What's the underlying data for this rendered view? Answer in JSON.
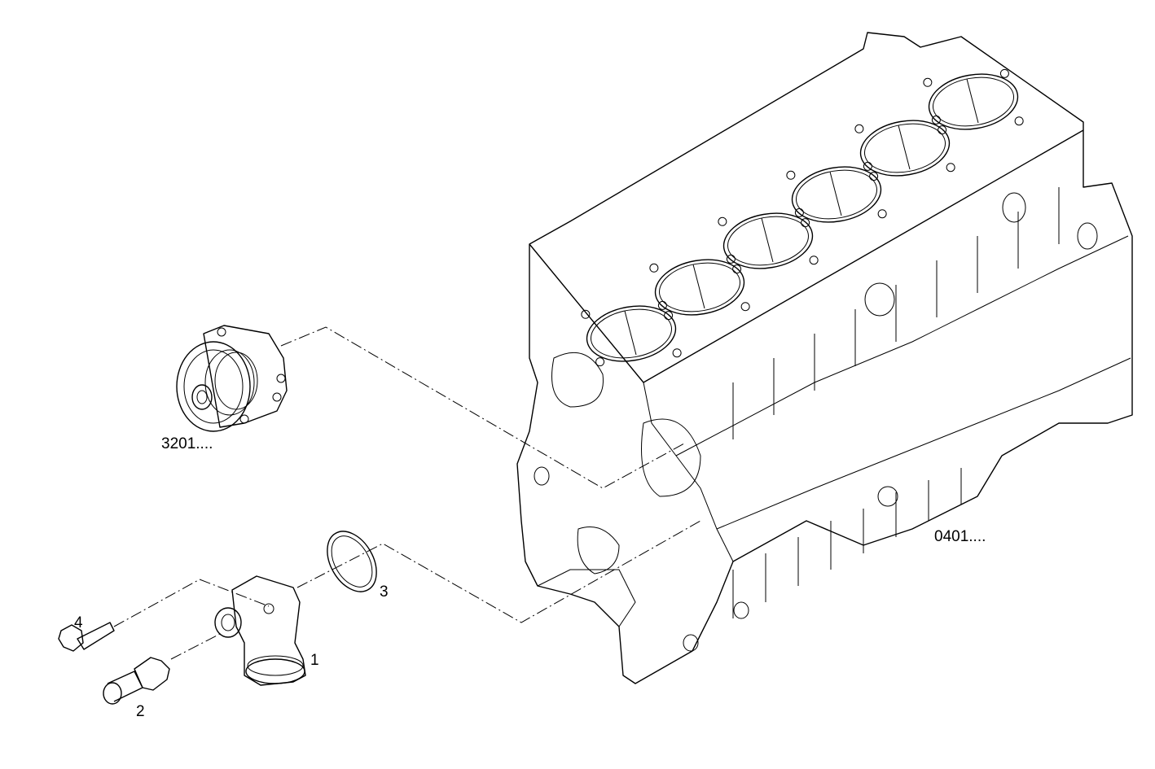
{
  "diagram": {
    "callouts": {
      "water_pump_ref": "3201....",
      "engine_block_ref": "0401....",
      "item_1": "1",
      "item_2": "2",
      "item_3": "3",
      "item_4": "4"
    },
    "cylinder_count": 6,
    "colors": {
      "line": "#000000",
      "background": "#ffffff"
    }
  }
}
